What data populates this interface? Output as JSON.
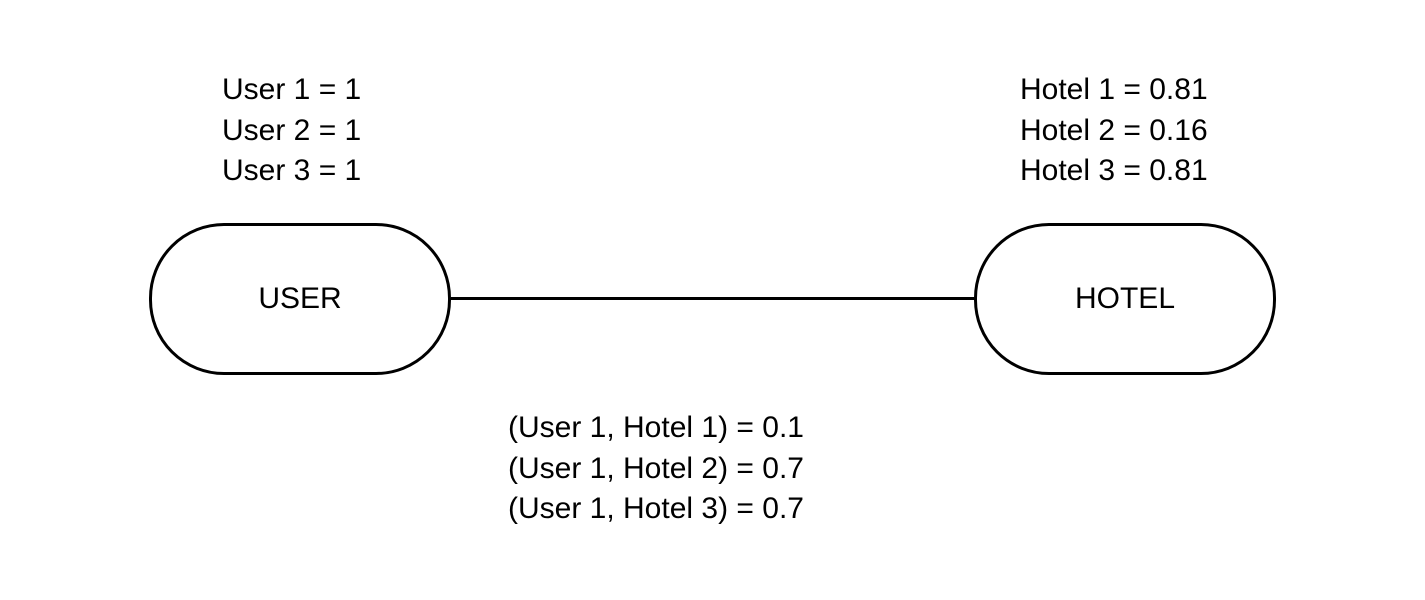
{
  "nodes": {
    "user": {
      "label": "USER",
      "values": [
        "User 1 = 1",
        "User 2 = 1",
        "User 3 = 1"
      ]
    },
    "hotel": {
      "label": "HOTEL",
      "values": [
        "Hotel 1 = 0.81",
        "Hotel 2 = 0.16",
        "Hotel 3 = 0.81"
      ]
    }
  },
  "edge": {
    "from": "USER",
    "to": "HOTEL",
    "values": [
      "(User 1, Hotel 1) = 0.1",
      "(User 1, Hotel 2) = 0.7",
      "(User 1, Hotel 3) = 0.7"
    ]
  },
  "colors": {
    "stroke": "#000000",
    "background": "#ffffff",
    "text": "#000000"
  }
}
